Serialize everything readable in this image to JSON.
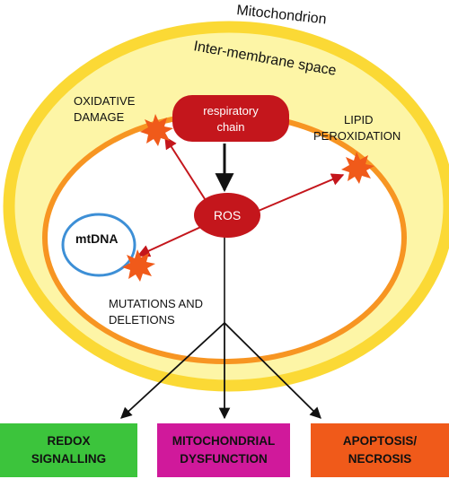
{
  "labels": {
    "mitochondrion": "Mitochondrion",
    "intermembrane": "Inter-membrane space",
    "oxidative_damage": [
      "OXIDATIVE",
      "DAMAGE"
    ],
    "lipid_peroxidation": [
      "LIPID",
      "PEROXIDATION"
    ],
    "respiratory_chain": [
      "respiratory",
      "chain"
    ],
    "ros": "ROS",
    "mtdna": "mtDNA",
    "mutations": [
      "MUTATIONS AND",
      "DELETIONS"
    ]
  },
  "outcomes": {
    "redox": [
      "REDOX",
      "SIGNALLING"
    ],
    "mito": [
      "MITOCHONDRIAL",
      "DYSFUNCTION"
    ],
    "apoptosis": [
      "APOPTOSIS/",
      "NECROSIS"
    ]
  },
  "colors": {
    "outer_membrane": "#fbd935",
    "intermembrane_fill": "#fdf5a6",
    "inner_membrane": "#f79522",
    "respiratory_chain": "#c4161c",
    "ros": "#c4161c",
    "red_arrow": "#c4161c",
    "mtdna_ring": "#3d8fd6",
    "burst": "#f05a1a",
    "redox_box": "#3cc43c",
    "mito_box": "#d0199b",
    "apoptosis_box": "#f05a1a",
    "black_arrow": "#111111"
  }
}
